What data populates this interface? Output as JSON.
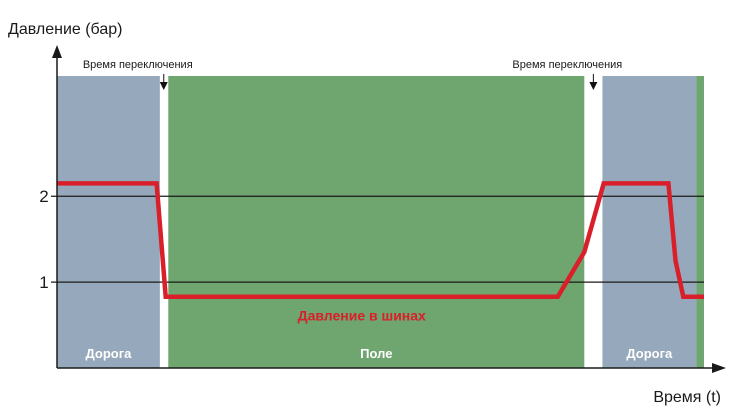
{
  "chart_data": {
    "type": "line",
    "ylabel": "Давление (бар)",
    "xlabel": "Время (t)",
    "yticks": [
      1,
      2
    ],
    "ylim": [
      0,
      3.4
    ],
    "xlim": [
      0,
      100
    ],
    "grid": "horizontal lines at y ticks",
    "regions": [
      {
        "label": "Дорога",
        "start": 0,
        "end": 15.9,
        "color": "#96a9bc"
      },
      {
        "label": "Поле",
        "start": 17.2,
        "end": 81.5,
        "color": "#6fa56f"
      },
      {
        "label": "Дорога",
        "start": 84.3,
        "end": 98.8,
        "color": "#96a9bc"
      },
      {
        "label": "",
        "start": 98.8,
        "end": 100,
        "color": "#6fa56f"
      }
    ],
    "annotations": [
      {
        "text": "Время переключения",
        "x": 16.5
      },
      {
        "text": "Время переключения",
        "x": 82.9
      }
    ],
    "series": [
      {
        "name": "Давление в шинах",
        "color": "#d9202a",
        "x": [
          0,
          15.4,
          16.8,
          77.4,
          81.5,
          84.5,
          94.5,
          95.6,
          96.8,
          100
        ],
        "y": [
          2.15,
          2.15,
          0.83,
          0.83,
          1.35,
          2.15,
          2.15,
          1.25,
          0.83,
          0.83
        ]
      }
    ]
  }
}
